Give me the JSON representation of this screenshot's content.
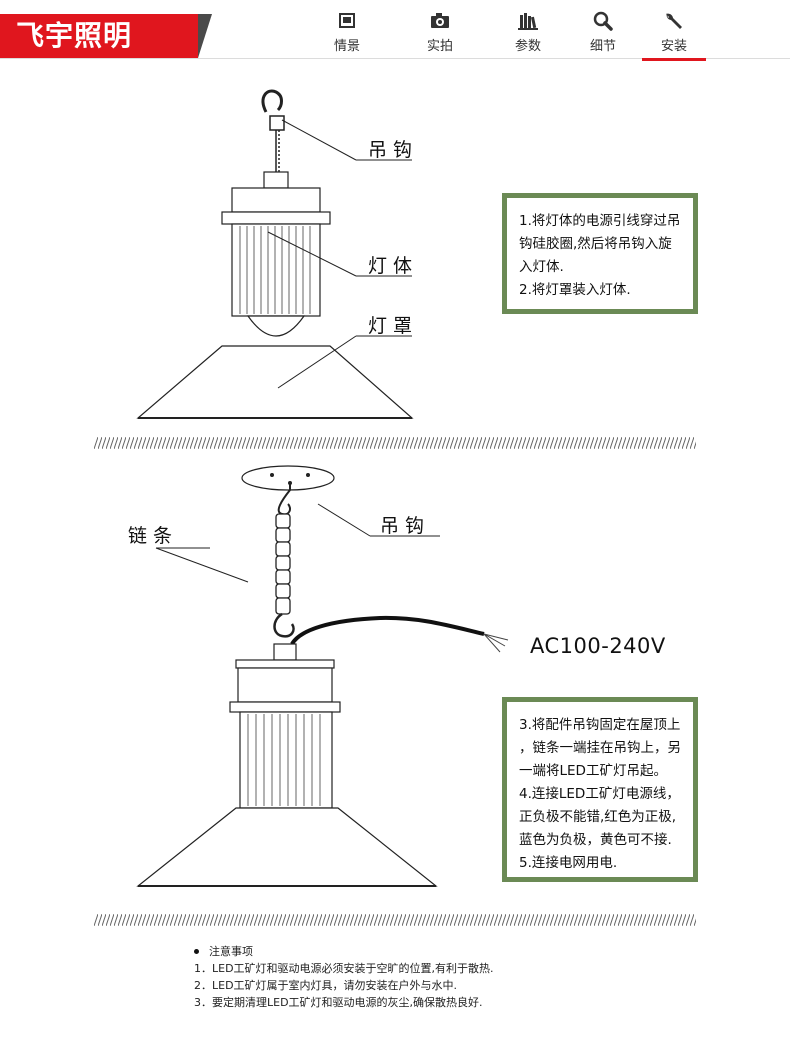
{
  "brand": {
    "name": "飞宇照明"
  },
  "nav": {
    "items": [
      {
        "label": "情景",
        "icon": "picture-icon"
      },
      {
        "label": "实拍",
        "icon": "camera-icon"
      },
      {
        "label": "参数",
        "icon": "books-icon"
      },
      {
        "label": "细节",
        "icon": "magnifier-icon"
      },
      {
        "label": "安装",
        "icon": "wrench-icon",
        "active": true
      }
    ]
  },
  "diagram1": {
    "labels": {
      "hook": "吊钩",
      "body": "灯体",
      "shade": "灯罩"
    },
    "instructions": [
      "1.将灯体的电源引线穿过吊",
      "钩硅胶圈,然后将吊钩入旋",
      "入灯体.",
      "2.将灯罩装入灯体."
    ]
  },
  "diagram2": {
    "labels": {
      "chain": "链条",
      "hook": "吊钩"
    },
    "voltage": "AC100-240V",
    "instructions": [
      "3.将配件吊钩固定在屋顶上",
      "，链条一端挂在吊钩上，另",
      "一端将LED工矿灯吊起。",
      "4.连接LED工矿灯电源线，",
      "正负极不能错,红色为正极,",
      "蓝色为负极，黄色可不接.",
      "5.连接电网用电."
    ]
  },
  "notes": {
    "title": "注意事项",
    "items": [
      "1．LED工矿灯和驱动电源必须安装于空旷的位置,有利于散热.",
      "2．LED工矿灯属于室内灯具，请勿安装在户外与水中.",
      "3．要定期清理LED工矿灯和驱动电源的灰尘,确保散热良好."
    ]
  },
  "colors": {
    "brand_red": "#e0161e",
    "box_border": "#6b8a55"
  }
}
